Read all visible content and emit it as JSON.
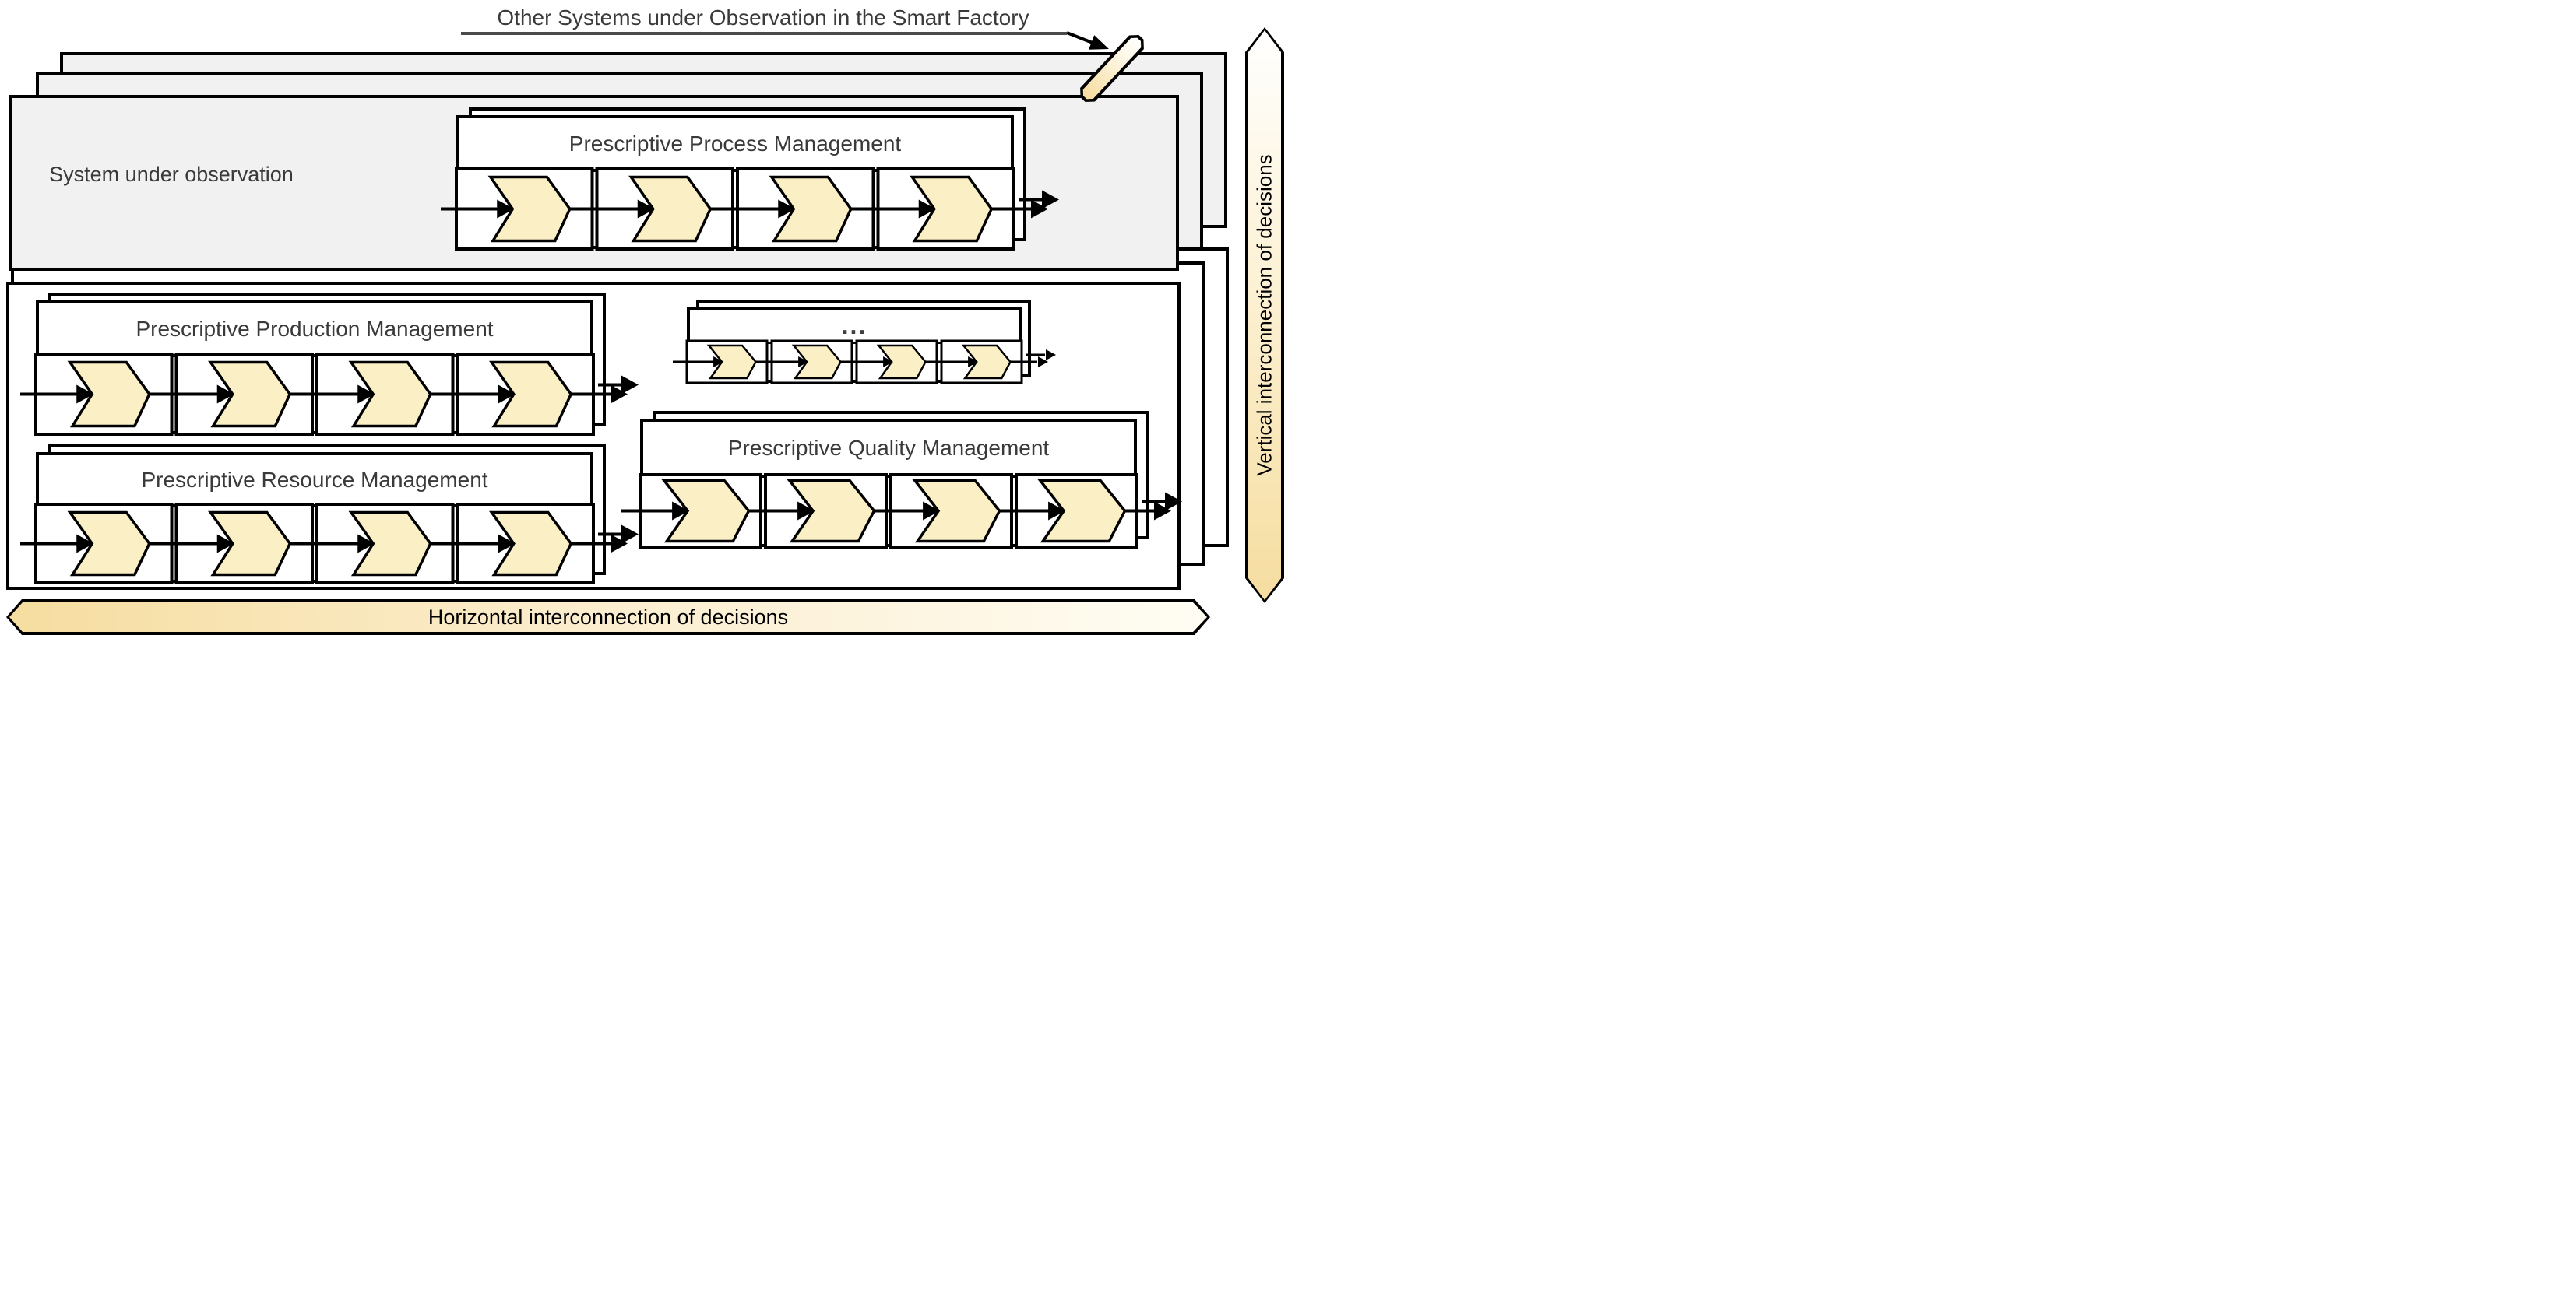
{
  "page_title": "Other Systems under Observation in the Smart Factory",
  "system_box": {
    "label": "System under observation"
  },
  "widgets": {
    "process": {
      "title": "Prescriptive Process Management"
    },
    "production": {
      "title": "Prescriptive Production Management"
    },
    "resource": {
      "title": "Prescriptive Resource Management"
    },
    "quality": {
      "title": "Prescriptive Quality Management"
    },
    "others": {
      "title": "..."
    }
  },
  "banners": {
    "vertical": {
      "label": "Vertical interconnection of decisions"
    },
    "horizontal": {
      "label": "Horizontal interconnection of decisions"
    }
  },
  "colors": {
    "panel_gray": "#F1F1F1",
    "chevron_fill": "#FBF0C5",
    "accent_orange": "#F6DDA0",
    "line_black": "#000000",
    "text_gray": "#3A3A3A"
  }
}
